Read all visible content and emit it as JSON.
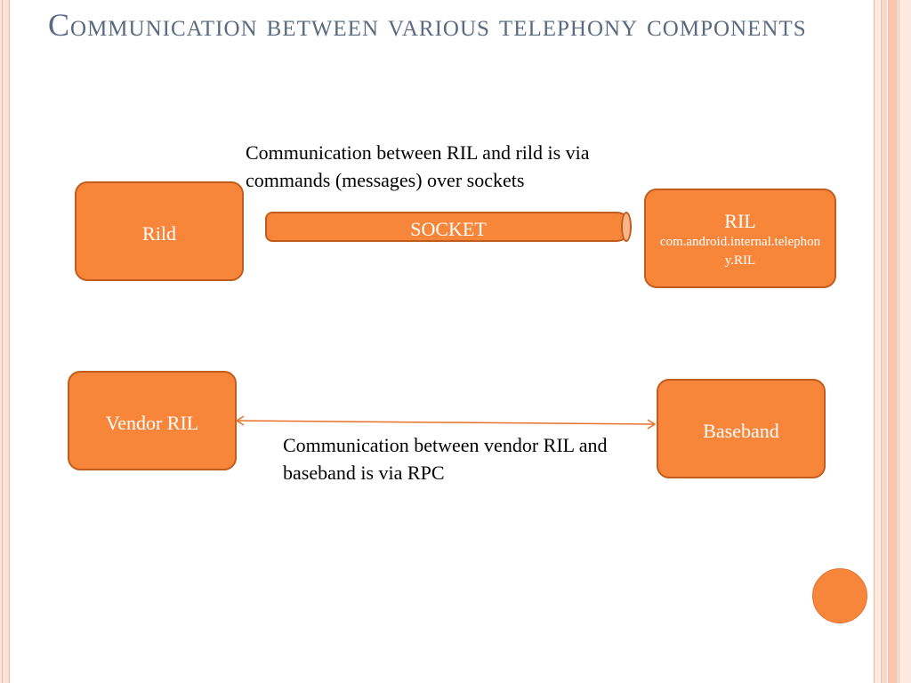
{
  "slide": {
    "title": "Communication between various telephony components",
    "caption_top": "Communication between RIL and rild is via commands (messages) over sockets",
    "caption_bottom": "Communication between vendor RIL and baseband is via RPC"
  },
  "boxes": {
    "rild": "Rild",
    "ril_main": "RIL",
    "ril_sub": "com.android.internal.telephony.RIL",
    "vendor_ril": "Vendor RIL",
    "baseband": "Baseband"
  },
  "socket": {
    "label": "SOCKET"
  },
  "colors": {
    "accent": "#f8863a",
    "accent_border": "#c25c1d",
    "title": "#596a80"
  },
  "icons": {
    "connector": "double-headed-arrow",
    "pipe": "cylinder-pipe",
    "decoration": "orange-circle"
  }
}
